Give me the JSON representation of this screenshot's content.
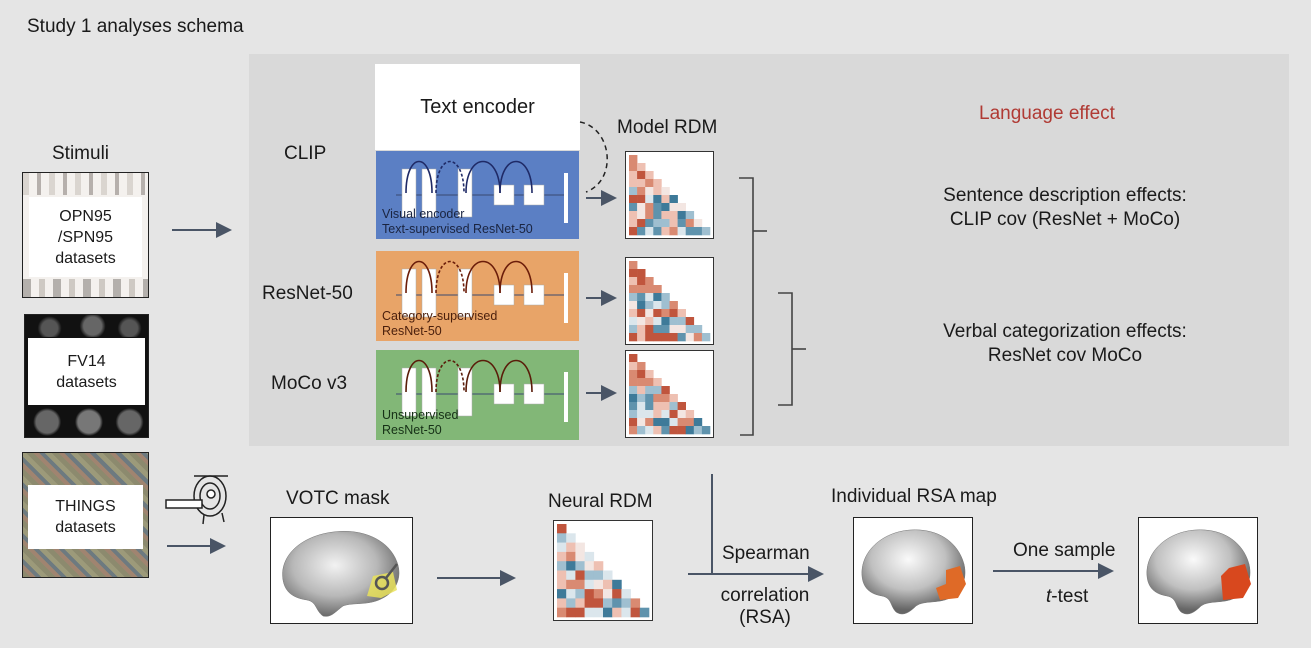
{
  "title": "Study 1 analyses schema",
  "stimuli": {
    "heading": "Stimuli",
    "datasets": [
      {
        "line1": "OPN95",
        "line2": "/SPN95",
        "line3": "datasets"
      },
      {
        "line1": "FV14",
        "line2": "datasets"
      },
      {
        "line1": "THINGS",
        "line2": "datasets"
      }
    ]
  },
  "models": {
    "clip": {
      "name": "CLIP",
      "text_encoder": "Text encoder",
      "caption1": "Visual encoder",
      "caption2": "Text-supervised ResNet-50",
      "color": "#5b7fc4"
    },
    "resnet": {
      "name": "ResNet-50",
      "caption1": "Category-supervised",
      "caption2": "ResNet-50",
      "color": "#e8a468"
    },
    "moco": {
      "name": "MoCo v3",
      "caption1": "Unsupervised",
      "caption2": "ResNet-50",
      "color": "#82b777"
    },
    "model_rdm_label": "Model RDM"
  },
  "effects": {
    "heading": "Language effect",
    "heading_color": "#b03a34",
    "sentence_line1": "Sentence description effects:",
    "sentence_line2": "CLIP cov (ResNet + MoCo)",
    "verbal_line1": "Verbal categorization effects:",
    "verbal_line2": "ResNet cov MoCo"
  },
  "pipeline": {
    "votc_label": "VOTC mask",
    "neural_rdm_label": "Neural RDM",
    "spearman_line1": "Spearman",
    "spearman_line2": "correlation",
    "spearman_line3": "(RSA)",
    "rsa_map_label": "Individual RSA map",
    "ttest_line1": "One sample",
    "ttest_italic": "t",
    "ttest_rest": "-test"
  },
  "rdm_colors": [
    "#c0553d",
    "#d98a72",
    "#eec0b2",
    "#f3e6e2",
    "#dbe6ec",
    "#9fbfd0",
    "#5f93ad",
    "#3e7a99"
  ]
}
